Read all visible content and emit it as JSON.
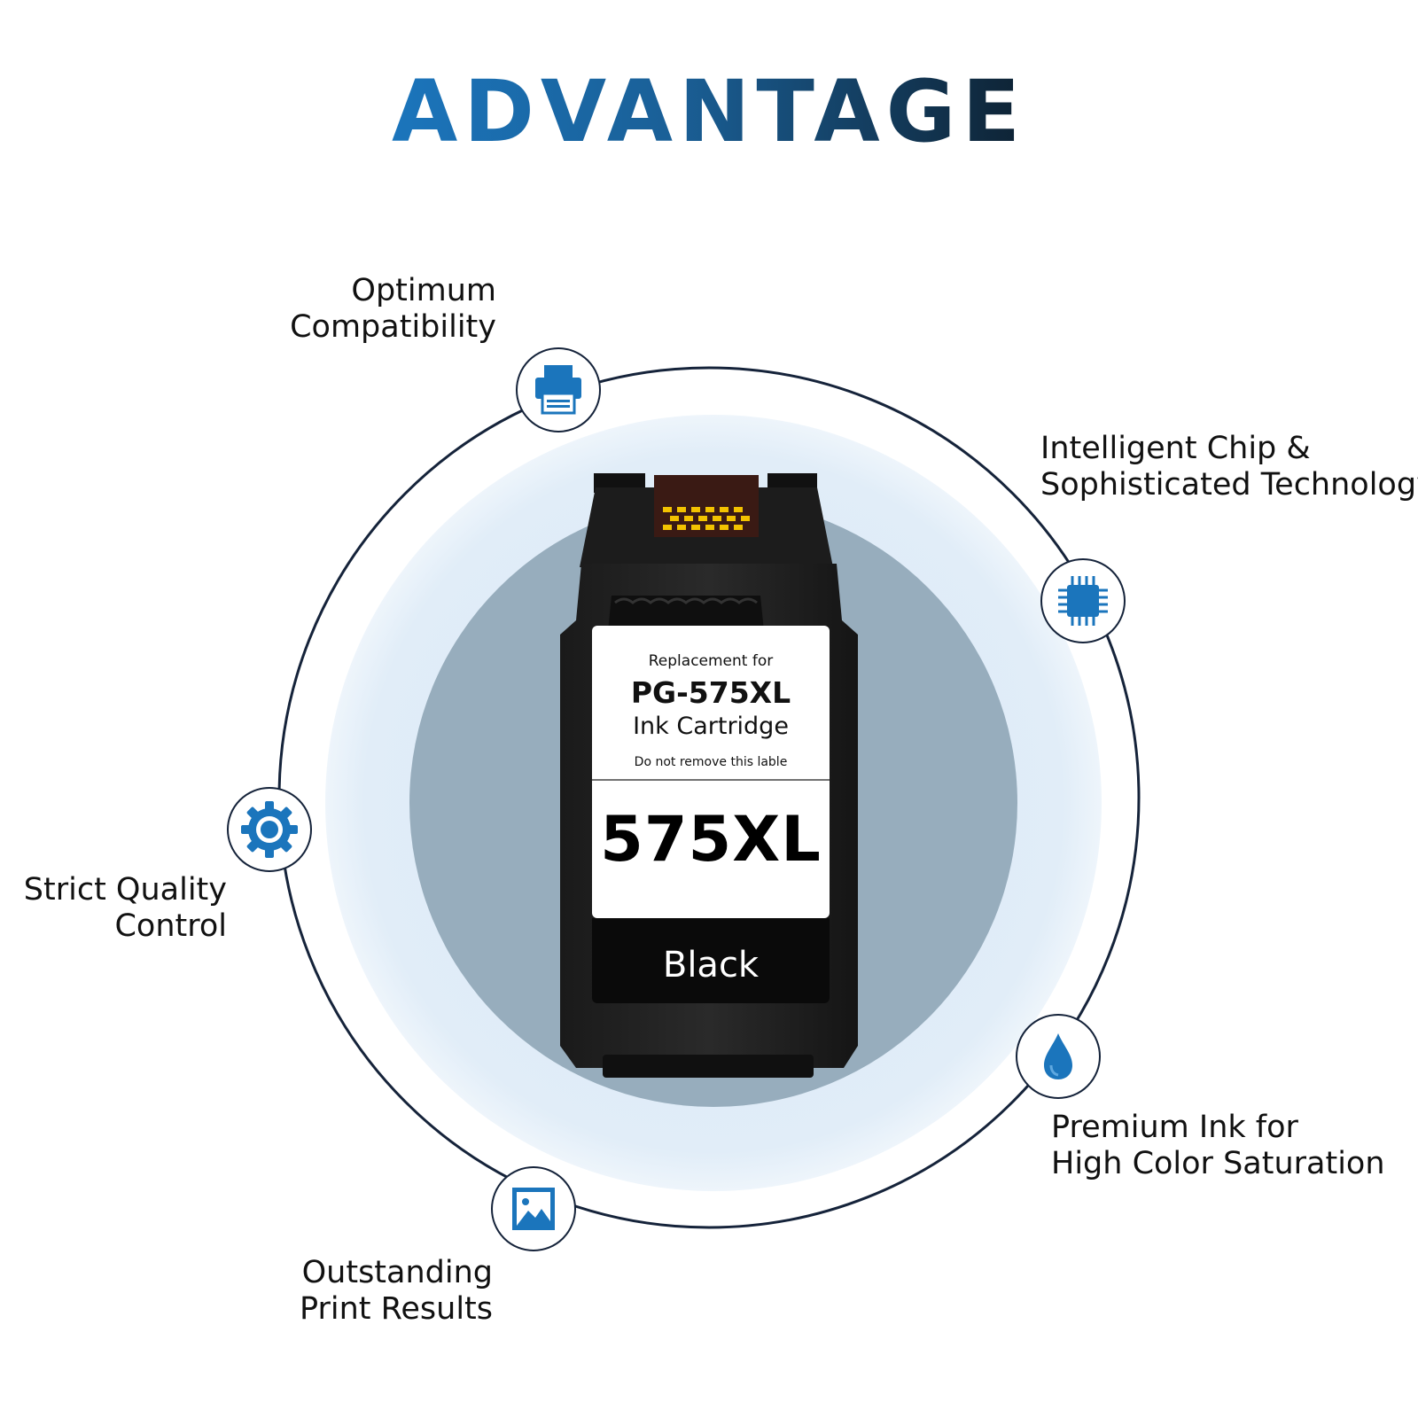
{
  "title": "ADVANTAGE",
  "features": {
    "compatibility": {
      "line1": "Optimum",
      "line2": "Compatibility",
      "icon": "printer-icon"
    },
    "chip": {
      "line1": "Intelligent Chip &",
      "line2": "Sophisticated Technology",
      "icon": "chip-icon"
    },
    "quality": {
      "line1": "Strict Quality",
      "line2": "Control",
      "icon": "gear-icon"
    },
    "ink": {
      "line1": "Premium Ink for",
      "line2": "High Color Saturation",
      "icon": "ink-drop-icon"
    },
    "print": {
      "line1": "Outstanding",
      "line2": "Print Results",
      "icon": "image-icon"
    }
  },
  "cartridge": {
    "label_replacement": "Replacement for",
    "label_model": "PG-575XL",
    "label_type": "Ink Cartridge",
    "label_warning": "Do not remove this lable",
    "code": "575XL",
    "color_name": "Black"
  },
  "colors": {
    "title_start": "#1b75bc",
    "title_end": "#0e2233",
    "accent": "#1b75bc",
    "outer_ring": "#15233a",
    "halo": "#deebf7",
    "inner_circle": "#97adbd"
  }
}
